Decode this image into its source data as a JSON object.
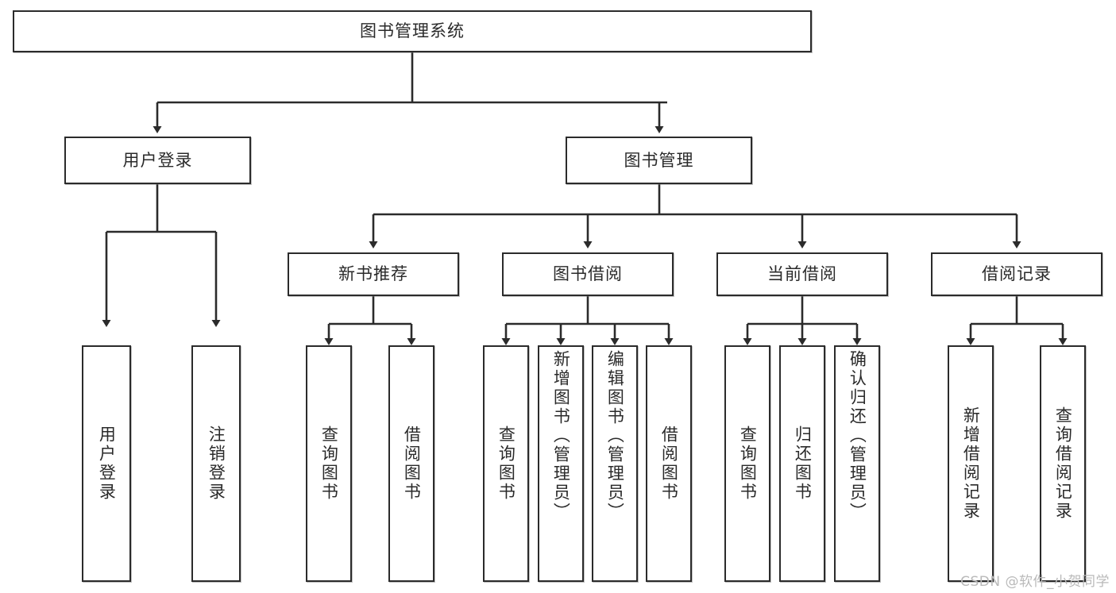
{
  "diagram": {
    "title": "图书管理系统",
    "type": "hierarchy-tree",
    "line_color": "#2b2b2b",
    "box_fill": "#ffffff",
    "text_color": "#2a2a2a",
    "root": {
      "label": "图书管理系统"
    },
    "level2": [
      {
        "label": "用户登录"
      },
      {
        "label": "图书管理"
      }
    ],
    "level3": [
      {
        "label": "新书推荐"
      },
      {
        "label": "图书借阅"
      },
      {
        "label": "当前借阅"
      },
      {
        "label": "借阅记录"
      }
    ],
    "leaves": {
      "user_login": [
        {
          "label": "用户登录"
        },
        {
          "label": "注销登录"
        }
      ],
      "new_book_recommend": [
        {
          "label": "查询图书"
        },
        {
          "label": "借阅图书"
        }
      ],
      "book_borrow": [
        {
          "label": "查询图书"
        },
        {
          "label": "新增图书（管理员）"
        },
        {
          "label": "编辑图书（管理员）"
        },
        {
          "label": "借阅图书"
        }
      ],
      "current_borrow": [
        {
          "label": "查询图书"
        },
        {
          "label": "归还图书"
        },
        {
          "label": "确认归还（管理员）"
        }
      ],
      "borrow_record": [
        {
          "label": "新增借阅记录"
        },
        {
          "label": "查询借阅记录"
        }
      ]
    }
  },
  "watermark": {
    "text": "CSDN @软件_小贺同学"
  }
}
